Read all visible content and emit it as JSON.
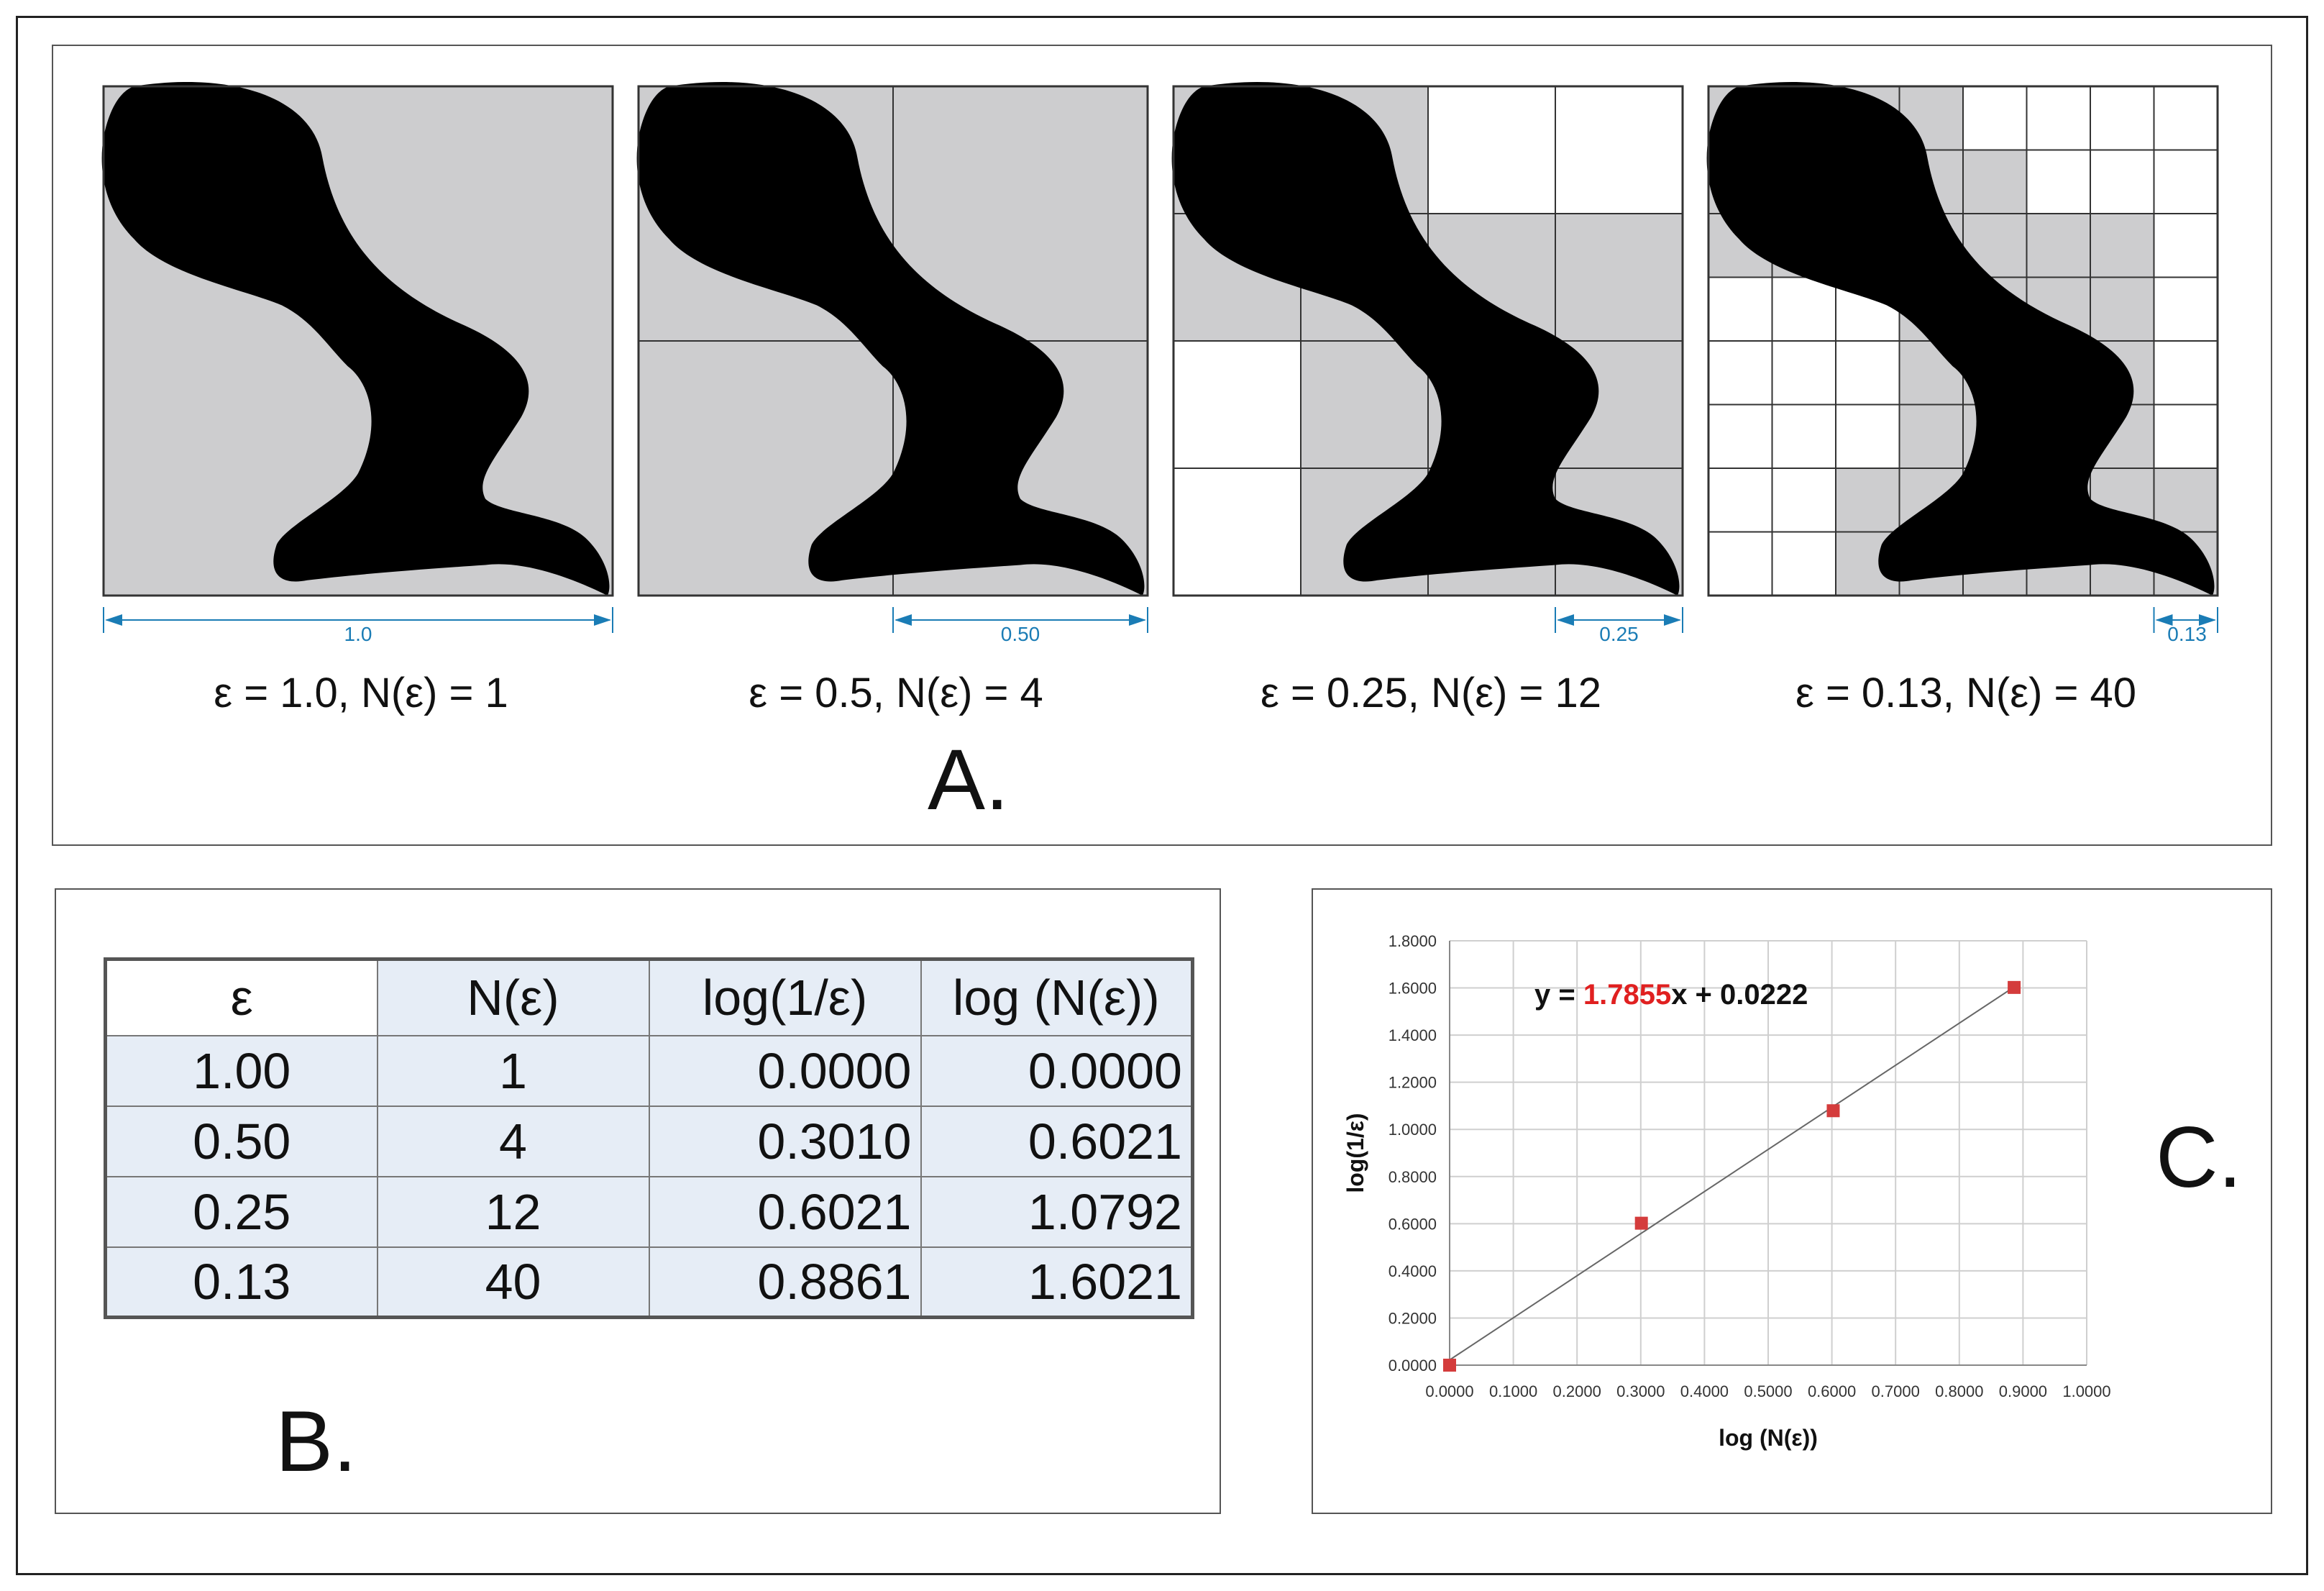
{
  "panel_a": {
    "label": "A.",
    "subpanels": [
      {
        "dimension_label": "1.0",
        "caption": "ε = 1.0, N(ε) = 1",
        "grid_divisions": 1
      },
      {
        "dimension_label": "0.50",
        "caption": "ε = 0.5, N(ε) = 4",
        "grid_divisions": 2
      },
      {
        "dimension_label": "0.25",
        "caption": "ε = 0.25, N(ε) = 12",
        "grid_divisions": 4
      },
      {
        "dimension_label": "0.13",
        "caption": "ε = 0.13, N(ε) = 40",
        "grid_divisions": 8
      }
    ]
  },
  "panel_b": {
    "label": "B.",
    "headers": [
      "ε",
      "N(ε)",
      "log(1/ε)",
      "log (N(ε))"
    ],
    "rows": [
      [
        "1.00",
        "1",
        "0.0000",
        "0.0000"
      ],
      [
        "0.50",
        "4",
        "0.3010",
        "0.6021"
      ],
      [
        "0.25",
        "12",
        "0.6021",
        "1.0792"
      ],
      [
        "0.13",
        "40",
        "0.8861",
        "1.6021"
      ]
    ]
  },
  "panel_c": {
    "label": "C.",
    "equation_prefix": "y = ",
    "equation_slope": "1.7855",
    "equation_suffix": "x + 0.0222",
    "xlabel": "log (N(ε))",
    "ylabel": "log(1/ε)"
  },
  "chart_data": {
    "type": "scatter",
    "x": [
      0.0,
      0.301,
      0.6021,
      0.8861
    ],
    "y": [
      0.0,
      0.6021,
      1.0792,
      1.6021
    ],
    "trendline": {
      "slope": 1.7855,
      "intercept": 0.0222
    },
    "xlabel": "log (N(ε))",
    "ylabel": "log(1/ε)",
    "xlim": [
      0,
      1.0
    ],
    "ylim": [
      0,
      1.8
    ],
    "xticks": [
      "0.0000",
      "0.1000",
      "0.2000",
      "0.3000",
      "0.4000",
      "0.5000",
      "0.6000",
      "0.7000",
      "0.8000",
      "0.9000",
      "1.0000"
    ],
    "yticks": [
      "0.0000",
      "0.2000",
      "0.4000",
      "0.6000",
      "0.8000",
      "1.0000",
      "1.2000",
      "1.4000",
      "1.6000",
      "1.8000"
    ],
    "grid": true,
    "marker_color": "#d43c3c",
    "slope_color": "#e02020"
  },
  "colors": {
    "shape": "#000000",
    "box_fill": "#cdcdcf",
    "dimension": "#1a7cb5",
    "table_fill": "#e6edf6"
  }
}
